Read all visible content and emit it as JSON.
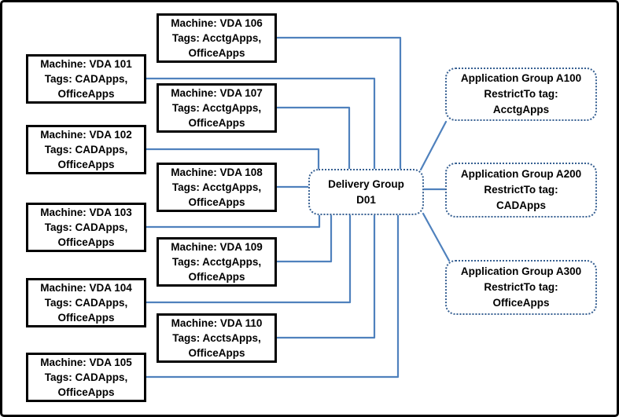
{
  "machines": [
    {
      "id": "vda-101",
      "machine": "Machine: VDA 101",
      "tags_line1": "Tags: CADApps,",
      "tags_line2": "OfficeApps"
    },
    {
      "id": "vda-102",
      "machine": "Machine: VDA 102",
      "tags_line1": "Tags: CADApps,",
      "tags_line2": "OfficeApps"
    },
    {
      "id": "vda-103",
      "machine": "Machine: VDA 103",
      "tags_line1": "Tags: CADApps,",
      "tags_line2": "OfficeApps"
    },
    {
      "id": "vda-104",
      "machine": "Machine: VDA 104",
      "tags_line1": "Tags: CADApps,",
      "tags_line2": "OfficeApps"
    },
    {
      "id": "vda-105",
      "machine": "Machine: VDA 105",
      "tags_line1": "Tags: CADApps,",
      "tags_line2": "OfficeApps"
    },
    {
      "id": "vda-106",
      "machine": "Machine: VDA 106",
      "tags_line1": "Tags: AcctgApps,",
      "tags_line2": "OfficeApps"
    },
    {
      "id": "vda-107",
      "machine": "Machine: VDA 107",
      "tags_line1": "Tags: AcctgApps,",
      "tags_line2": "OfficeApps"
    },
    {
      "id": "vda-108",
      "machine": "Machine: VDA 108",
      "tags_line1": "Tags: AcctgApps,",
      "tags_line2": "OfficeApps"
    },
    {
      "id": "vda-109",
      "machine": "Machine: VDA 109",
      "tags_line1": "Tags: AcctgApps,",
      "tags_line2": "OfficeApps"
    },
    {
      "id": "vda-110",
      "machine": "Machine: VDA 110",
      "tags_line1": "Tags: AcctsApps,",
      "tags_line2": "OfficeApps"
    }
  ],
  "delivery_group": {
    "name": "Delivery Group",
    "group_id": "D01"
  },
  "application_groups": [
    {
      "id": "a100",
      "title": "Application Group A100",
      "restrict_label": "RestrictTo tag:",
      "tag": "AcctgApps"
    },
    {
      "id": "a200",
      "title": "Application Group A200",
      "restrict_label": "RestrictTo tag:",
      "tag": "CADApps"
    },
    {
      "id": "a300",
      "title": "Application Group A300",
      "restrict_label": "RestrictTo tag:",
      "tag": "OfficeApps"
    }
  ],
  "colors": {
    "connector": "#4f81bd",
    "dashed_border": "#376092",
    "machine_border": "#000000",
    "canvas_border": "#000000",
    "background": "#ffffff"
  }
}
